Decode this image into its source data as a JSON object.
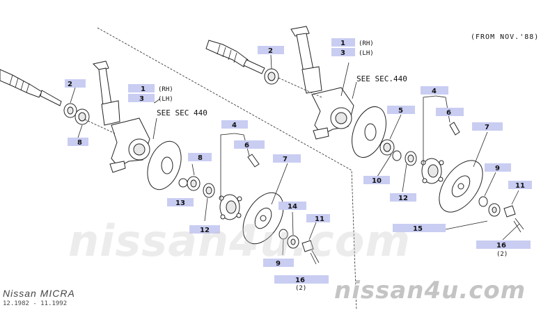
{
  "note": "(FROM NOV.'88)",
  "watermark_main": "nissan4u.com",
  "watermark_corner": "nissan4u.com",
  "model": {
    "name": "Nissan MICRA",
    "years": "12.1982  -  11.1992"
  },
  "left_group": {
    "see_sec": "SEE SEC 440",
    "rh_text": "(RH)",
    "lh_text": "(LH)",
    "callouts": {
      "c1": "1",
      "c3": "3",
      "c2": "2",
      "c8a": "8",
      "c8b": "8",
      "c13": "13",
      "c12": "12",
      "c4": "4",
      "c6": "6",
      "c7": "7",
      "c14": "14",
      "c11": "11",
      "c9": "9",
      "c16": "16"
    },
    "qty16": "(2)"
  },
  "right_group": {
    "see_sec": "SEE SEC.440",
    "rh_text": "(RH)",
    "lh_text": "(LH)",
    "callouts": {
      "c1": "1",
      "c3": "3",
      "c2": "2",
      "c4": "4",
      "c5": "5",
      "c6": "6",
      "c7": "7",
      "c10": "10",
      "c12": "12",
      "c9": "9",
      "c11": "11",
      "c15": "15",
      "c16": "16"
    },
    "qty16": "(2)"
  }
}
